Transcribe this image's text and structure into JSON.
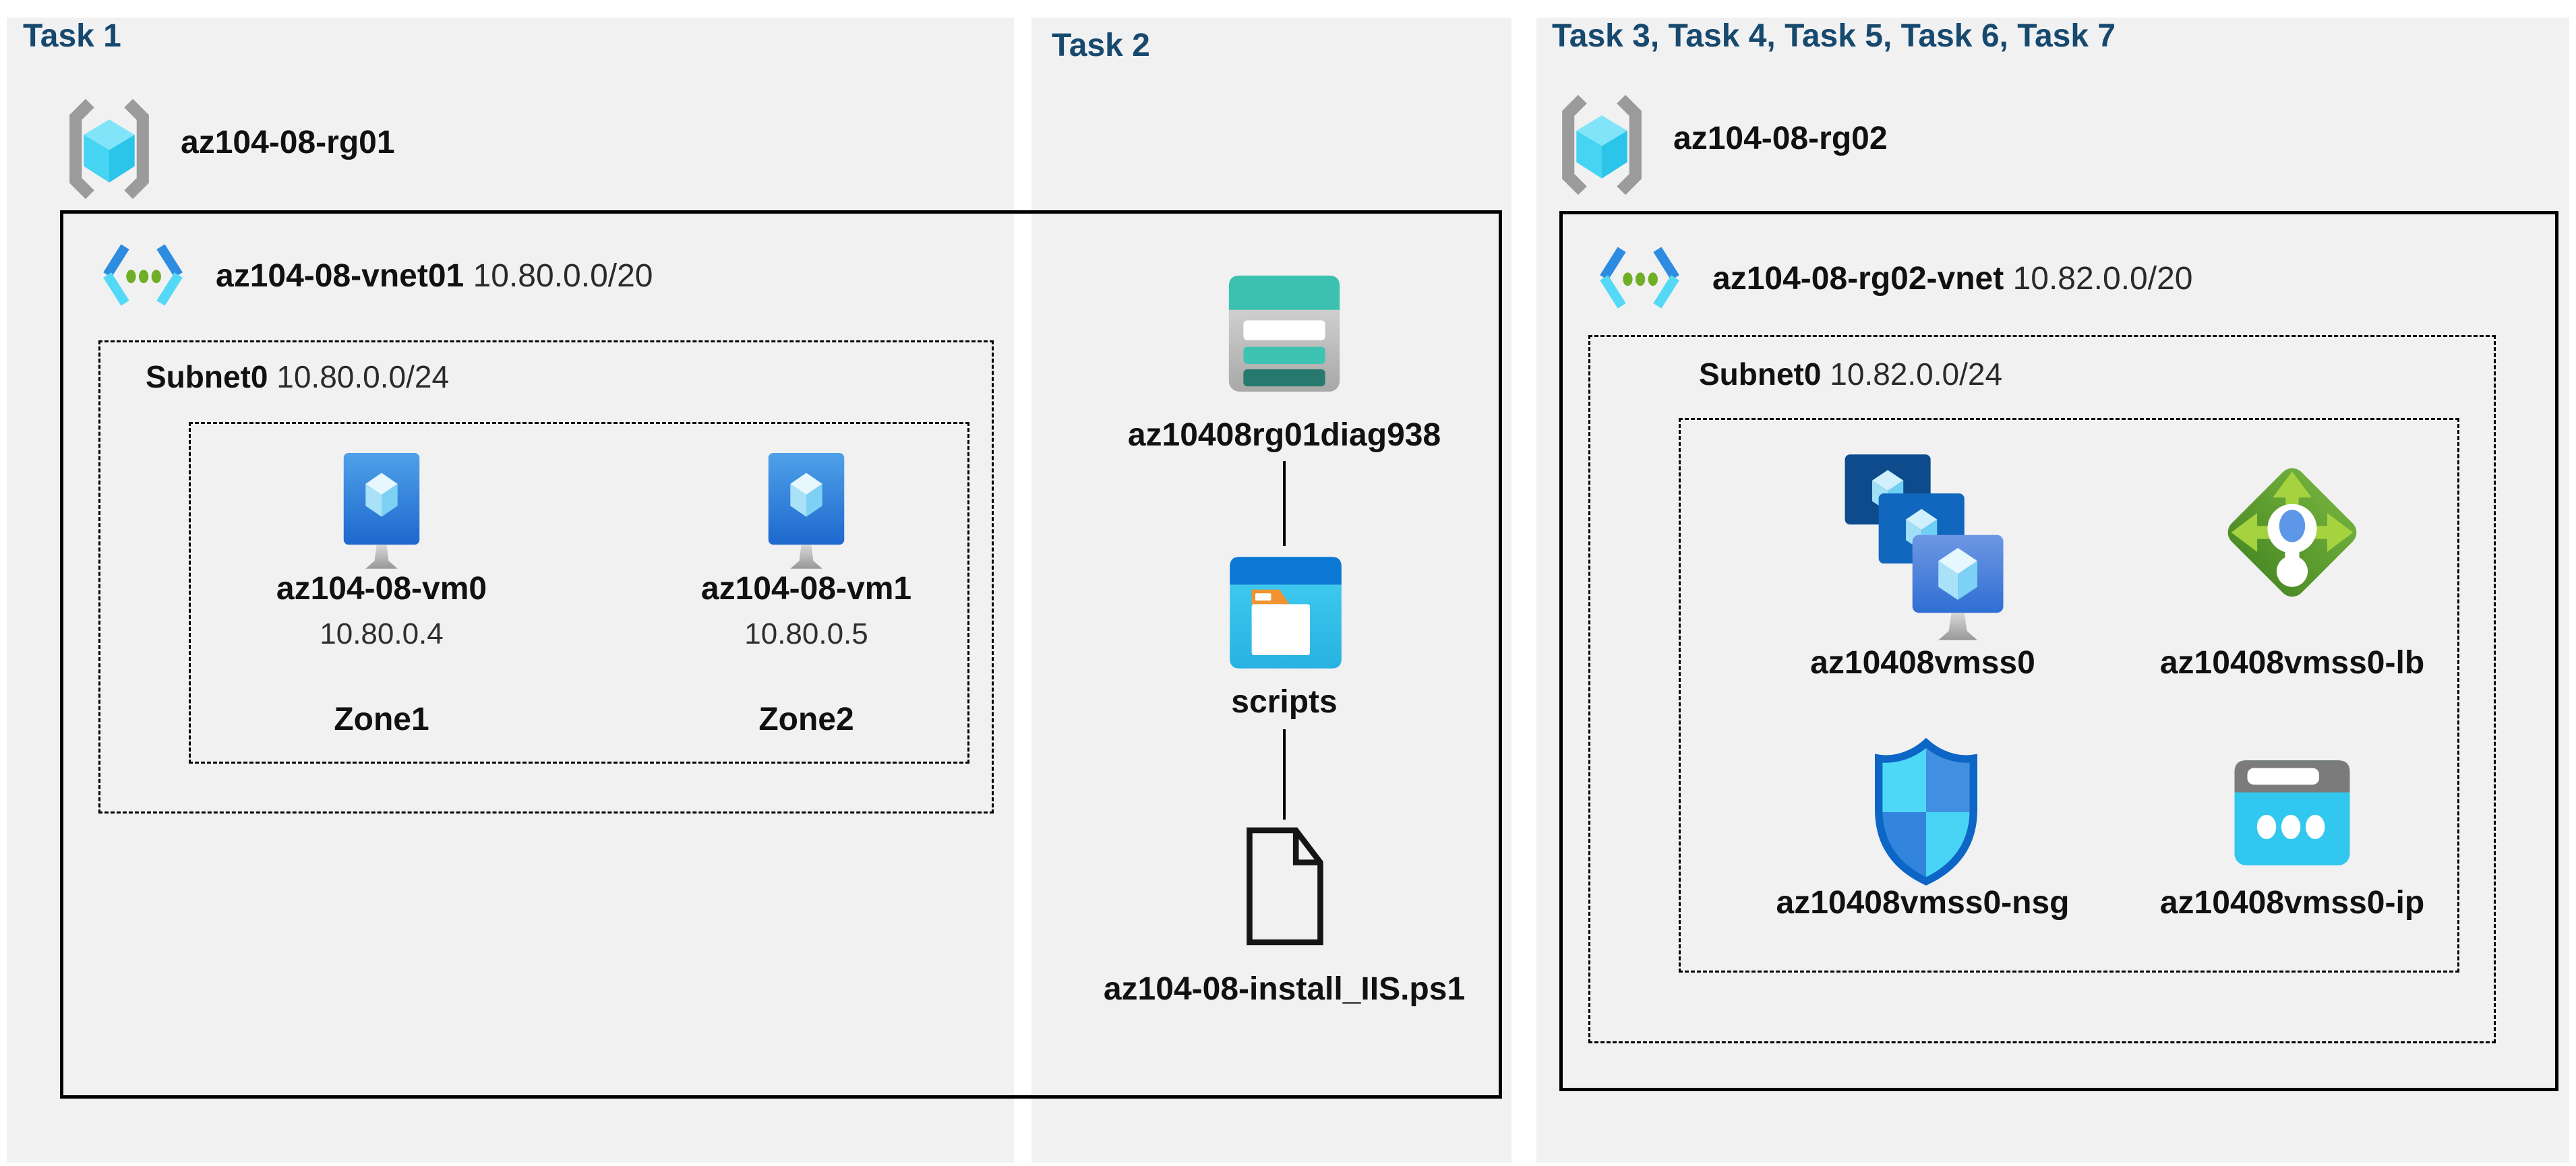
{
  "task1": {
    "title": "Task 1",
    "resource_group": "az104-08-rg01",
    "vnet_name": "az104-08-vnet01",
    "vnet_cidr": "10.80.0.0/20",
    "subnet_name": "Subnet0",
    "subnet_cidr": "10.80.0.0/24",
    "vm0": {
      "name": "az104-08-vm0",
      "ip": "10.80.0.4",
      "zone": "Zone1"
    },
    "vm1": {
      "name": "az104-08-vm1",
      "ip": "10.80.0.5",
      "zone": "Zone2"
    }
  },
  "task2": {
    "title": "Task 2",
    "storage_account": "az10408rg01diag938",
    "container": "scripts",
    "script_file": "az104-08-install_IIS.ps1"
  },
  "task3": {
    "title": "Task 3, Task 4, Task 5, Task 6, Task 7",
    "resource_group": "az104-08-rg02",
    "vnet_name": "az104-08-rg02-vnet",
    "vnet_cidr": "10.82.0.0/20",
    "subnet_name": "Subnet0",
    "subnet_cidr": "10.82.0.0/24",
    "vmss": "az10408vmss0",
    "load_balancer": "az10408vmss0-lb",
    "nsg": "az10408vmss0-nsg",
    "public_ip": "az10408vmss0-ip"
  },
  "icons": {
    "resource_group": "resource-group-icon",
    "virtual_network": "virtual-network-icon",
    "virtual_machine": "virtual-machine-icon",
    "storage_account": "storage-account-icon",
    "blob_container": "blob-container-icon",
    "script_file": "file-icon",
    "vm_scale_set": "vm-scale-set-icon",
    "load_balancer": "load-balancer-icon",
    "network_security_group": "shield-icon",
    "public_ip": "public-ip-icon"
  },
  "colors": {
    "title_navy": "#17496F",
    "panel_gray": "#F1F1F2",
    "border_black": "#000000",
    "storage_teal": "#3CC1B1",
    "storage_teal_dark": "#27796F",
    "container_blue": "#0B79D4",
    "container_cyan": "#3DC8EE",
    "vm_blue_top": "#4FA1E9",
    "vm_blue_bottom": "#1D68CE",
    "cube_cyan": "#45D4F2",
    "lb_green": "#5FA02F",
    "lb_arrow_green": "#A4D33F",
    "nsg_border_blue": "#0D66C6",
    "nsg_cyan": "#4ED8F8",
    "nsg_blue": "#418FE1",
    "ip_cyan": "#31C7EE",
    "ip_gray": "#7B7B7B",
    "bracket_gray": "#9B9B9B",
    "folder_orange": "#F09330"
  }
}
